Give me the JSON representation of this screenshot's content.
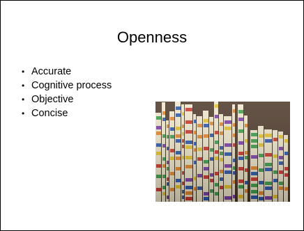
{
  "slide": {
    "title": "Openness",
    "bullets": [
      "Accurate",
      "Cognitive process",
      "Objective",
      "Concise"
    ]
  },
  "photo": {
    "subject": "color-coded medical file folders on shelves",
    "colors": {
      "folder": "#efe6c9",
      "shadow": "#3a2a1d",
      "tab_red": "#c8372c",
      "tab_green": "#3f9b4a",
      "tab_blue": "#2d56a8",
      "tab_purple": "#7b3fa3",
      "tab_yellow": "#e3c22c",
      "tab_orange": "#e2862a"
    }
  }
}
